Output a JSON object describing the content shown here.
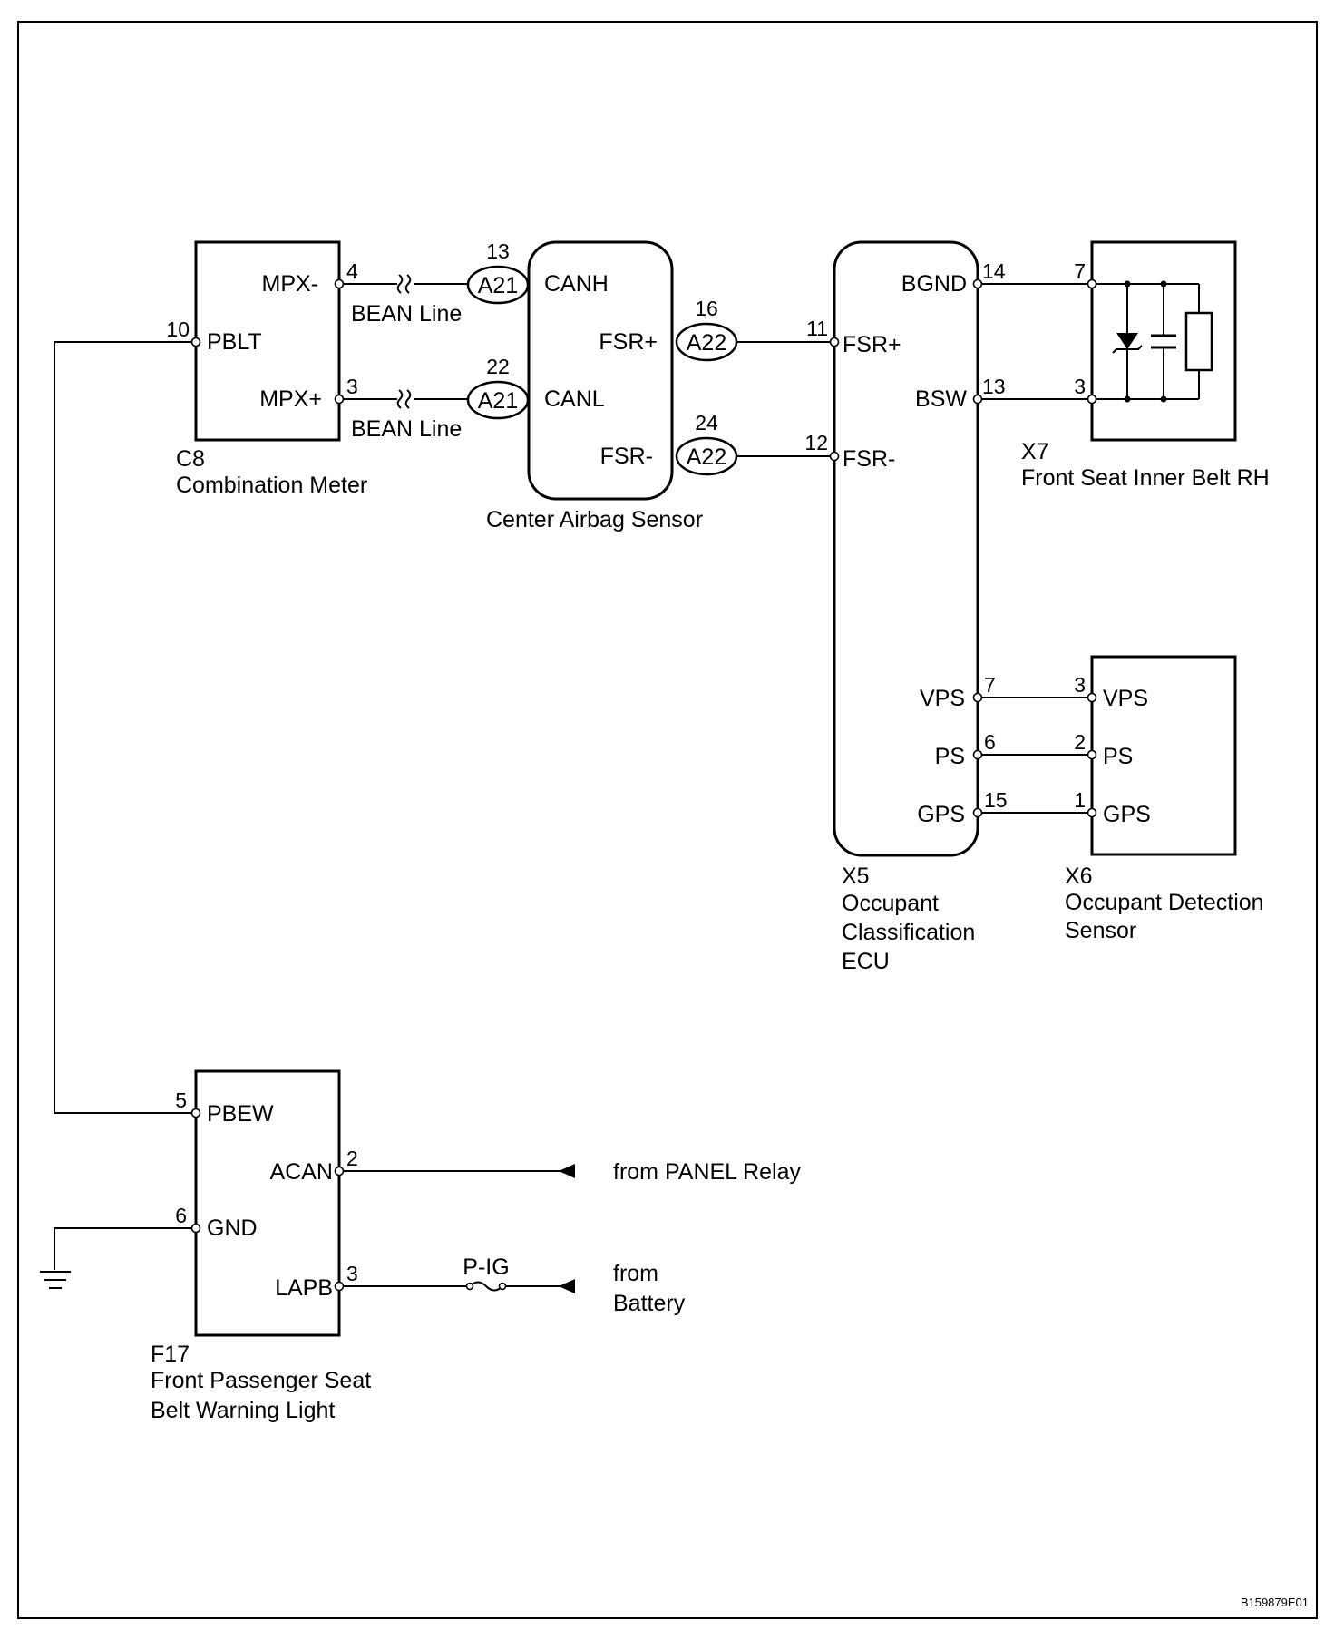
{
  "components": {
    "c8": {
      "code": "C8",
      "name": "Combination Meter",
      "terminals": {
        "mpx_minus": "MPX-",
        "pblt": "PBLT",
        "mpx_plus": "MPX+"
      }
    },
    "center_airbag": {
      "name": "Center Airbag Sensor",
      "terminals": {
        "canh": "CANH",
        "canl": "CANL",
        "fsr_plus": "FSR+",
        "fsr_minus": "FSR-"
      }
    },
    "x5": {
      "code": "X5",
      "name_lines": [
        "Occupant",
        "Classification",
        "ECU"
      ],
      "terminals": {
        "fsr_plus": "FSR+",
        "fsr_minus": "FSR-",
        "bgnd": "BGND",
        "bsw": "BSW",
        "vps": "VPS",
        "ps": "PS",
        "gps": "GPS"
      }
    },
    "x7": {
      "code": "X7",
      "name": "Front Seat Inner Belt RH"
    },
    "x6": {
      "code": "X6",
      "name_lines": [
        "Occupant Detection",
        "Sensor"
      ],
      "terminals": {
        "vps": "VPS",
        "ps": "PS",
        "gps": "GPS"
      }
    },
    "f17": {
      "code": "F17",
      "name_lines": [
        "Front Passenger Seat",
        "Belt Warning Light"
      ],
      "terminals": {
        "pbew": "PBEW",
        "acan": "ACAN",
        "gnd": "GND",
        "lapb": "LAPB"
      }
    }
  },
  "connectors": {
    "a21": "A21",
    "a22": "A22"
  },
  "pins": {
    "c8_mpx_minus": "4",
    "c8_pblt": "10",
    "c8_mpx_plus": "3",
    "a21_canh": "13",
    "a21_canl": "22",
    "a22_fsr_plus": "16",
    "a22_fsr_minus": "24",
    "x5_fsr_plus": "11",
    "x5_fsr_minus": "12",
    "x5_bgnd": "14",
    "x5_bsw": "13",
    "x5_vps": "7",
    "x5_ps": "6",
    "x5_gps": "15",
    "x7_top": "7",
    "x7_bottom": "3",
    "x6_vps": "3",
    "x6_ps": "2",
    "x6_gps": "1",
    "f17_pbew": "5",
    "f17_acan": "2",
    "f17_gnd": "6",
    "f17_lapb": "3"
  },
  "wire_labels": {
    "bean_line": "BEAN Line",
    "fuse": "P-IG"
  },
  "sources": {
    "panel_relay": "from PANEL Relay",
    "battery_lines": [
      "from",
      "Battery"
    ]
  },
  "figure_code": "B159879E01"
}
